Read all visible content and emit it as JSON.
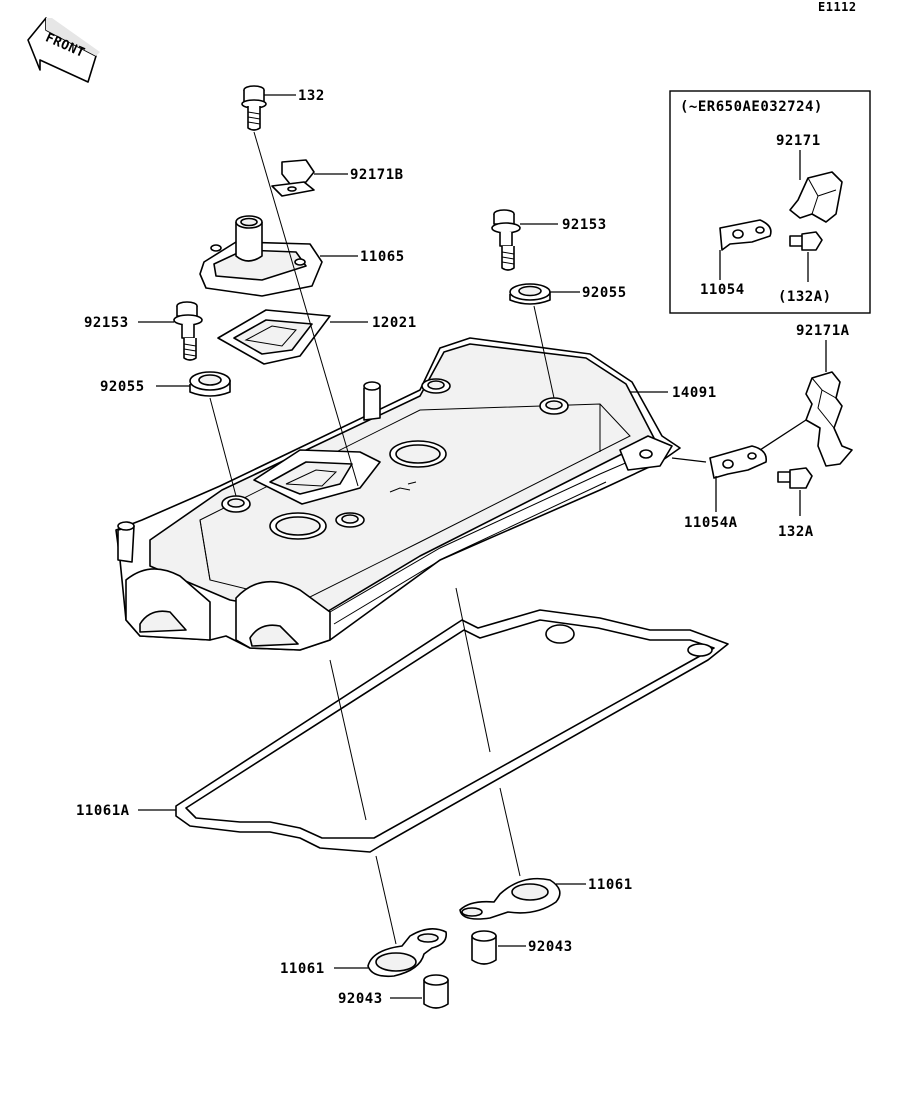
{
  "diagram_code": "E1112",
  "front_arrow_label": "FRONT",
  "inset": {
    "title": "(~ER650AE032724)",
    "labels": {
      "clamp": "92171",
      "bracket": "11054",
      "bolt": "(132A)"
    }
  },
  "labels": {
    "bolt_132": "132",
    "clamp_92171B": "92171B",
    "cover_11065": "11065",
    "bolt_92153_right": "92153",
    "washer_92055_right": "92055",
    "bolt_92153_left": "92153",
    "gasket_12021": "12021",
    "washer_92055_left": "92055",
    "head_cover_14091": "14091",
    "clamp_92171A": "92171A",
    "bracket_11054A": "11054A",
    "bolt_132A": "132A",
    "gasket_11061A": "11061A",
    "gasket_11061_right": "11061",
    "collar_92043_right": "92043",
    "gasket_11061_left": "11061",
    "collar_92043_left": "92043"
  }
}
